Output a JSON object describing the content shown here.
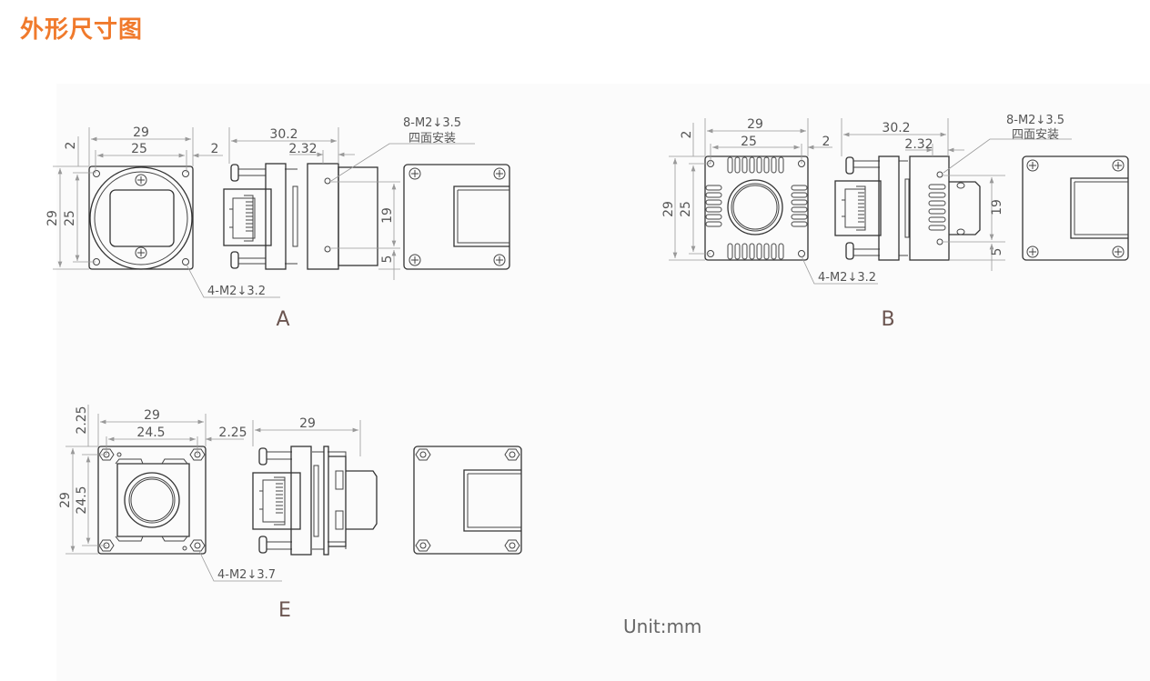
{
  "title": "外形尺寸图",
  "unit": "Unit:mm",
  "views": {
    "A": {
      "label": "A",
      "width": "29",
      "inner_width": "25",
      "margin_top": "2",
      "margin_right": "2",
      "height": "29",
      "inner_height": "25",
      "depth": "30.2",
      "offset": "2.32",
      "side_hole_note": "8-M2↓3.5",
      "side_hole_note2": "四面安装",
      "hole_spacing": "19",
      "hole_edge": "5",
      "front_hole_note": "4-M2↓3.2"
    },
    "B": {
      "label": "B",
      "width": "29",
      "inner_width": "25",
      "margin_top": "2",
      "margin_right": "2",
      "height": "29",
      "inner_height": "25",
      "depth": "30.2",
      "offset": "2.32",
      "side_hole_note": "8-M2↓3.5",
      "side_hole_note2": "四面安装",
      "hole_spacing": "19",
      "hole_edge": "5",
      "front_hole_note": "4-M2↓3.2"
    },
    "E": {
      "label": "E",
      "width": "29",
      "inner_width": "24.5",
      "margin_top": "2.25",
      "margin_right": "2.25",
      "height": "29",
      "inner_height": "24.5",
      "depth": "29",
      "front_hole_note": "4-M2↓3.7"
    }
  }
}
